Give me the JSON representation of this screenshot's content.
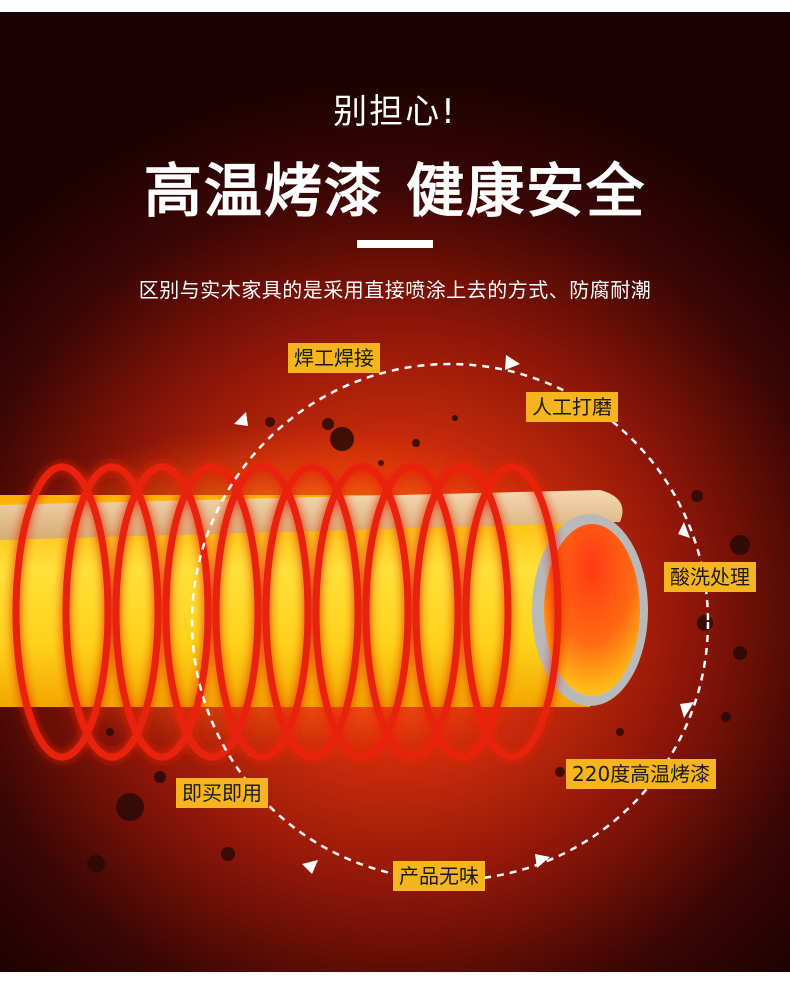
{
  "header": {
    "subtitle": "别担心!",
    "title": "高温烤漆 健康安全",
    "description": "区别与实木家具的是采用直接喷涂上去的方式、防腐耐潮"
  },
  "process_steps": [
    "焊工焊接",
    "人工打磨",
    "酸洗处理",
    "220度高温烤漆",
    "产品无味",
    "即买即用"
  ],
  "colors": {
    "label_bg": "#f6b51e",
    "coil_red": "#e8230f",
    "tube_yellow": "#ffd21a"
  }
}
